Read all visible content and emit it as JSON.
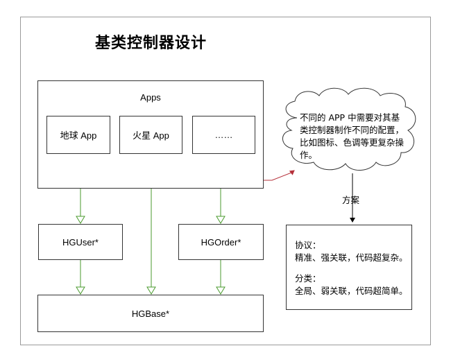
{
  "title": "基类控制器设计",
  "apps": {
    "label": "Apps",
    "items": [
      "地球 App",
      "火星 App",
      "……"
    ]
  },
  "classes": {
    "user": "HGUser*",
    "order": "HGOrder*",
    "base": "HGBase*"
  },
  "cloud": {
    "text": "不同的 APP 中需要对其基类控制器制作不同的配置，比如图标、色调等更复杂操作。"
  },
  "solution_label": "方案",
  "plan": {
    "protocol_head": "协议：",
    "protocol_body": "精准、强关联，代码超复杂。",
    "category_head": "分类：",
    "category_body": "全局、弱关联，代码超简单。"
  },
  "colors": {
    "red_link": "#b5303a",
    "green_arrow": "#4a9a2e",
    "border": "#333333"
  }
}
